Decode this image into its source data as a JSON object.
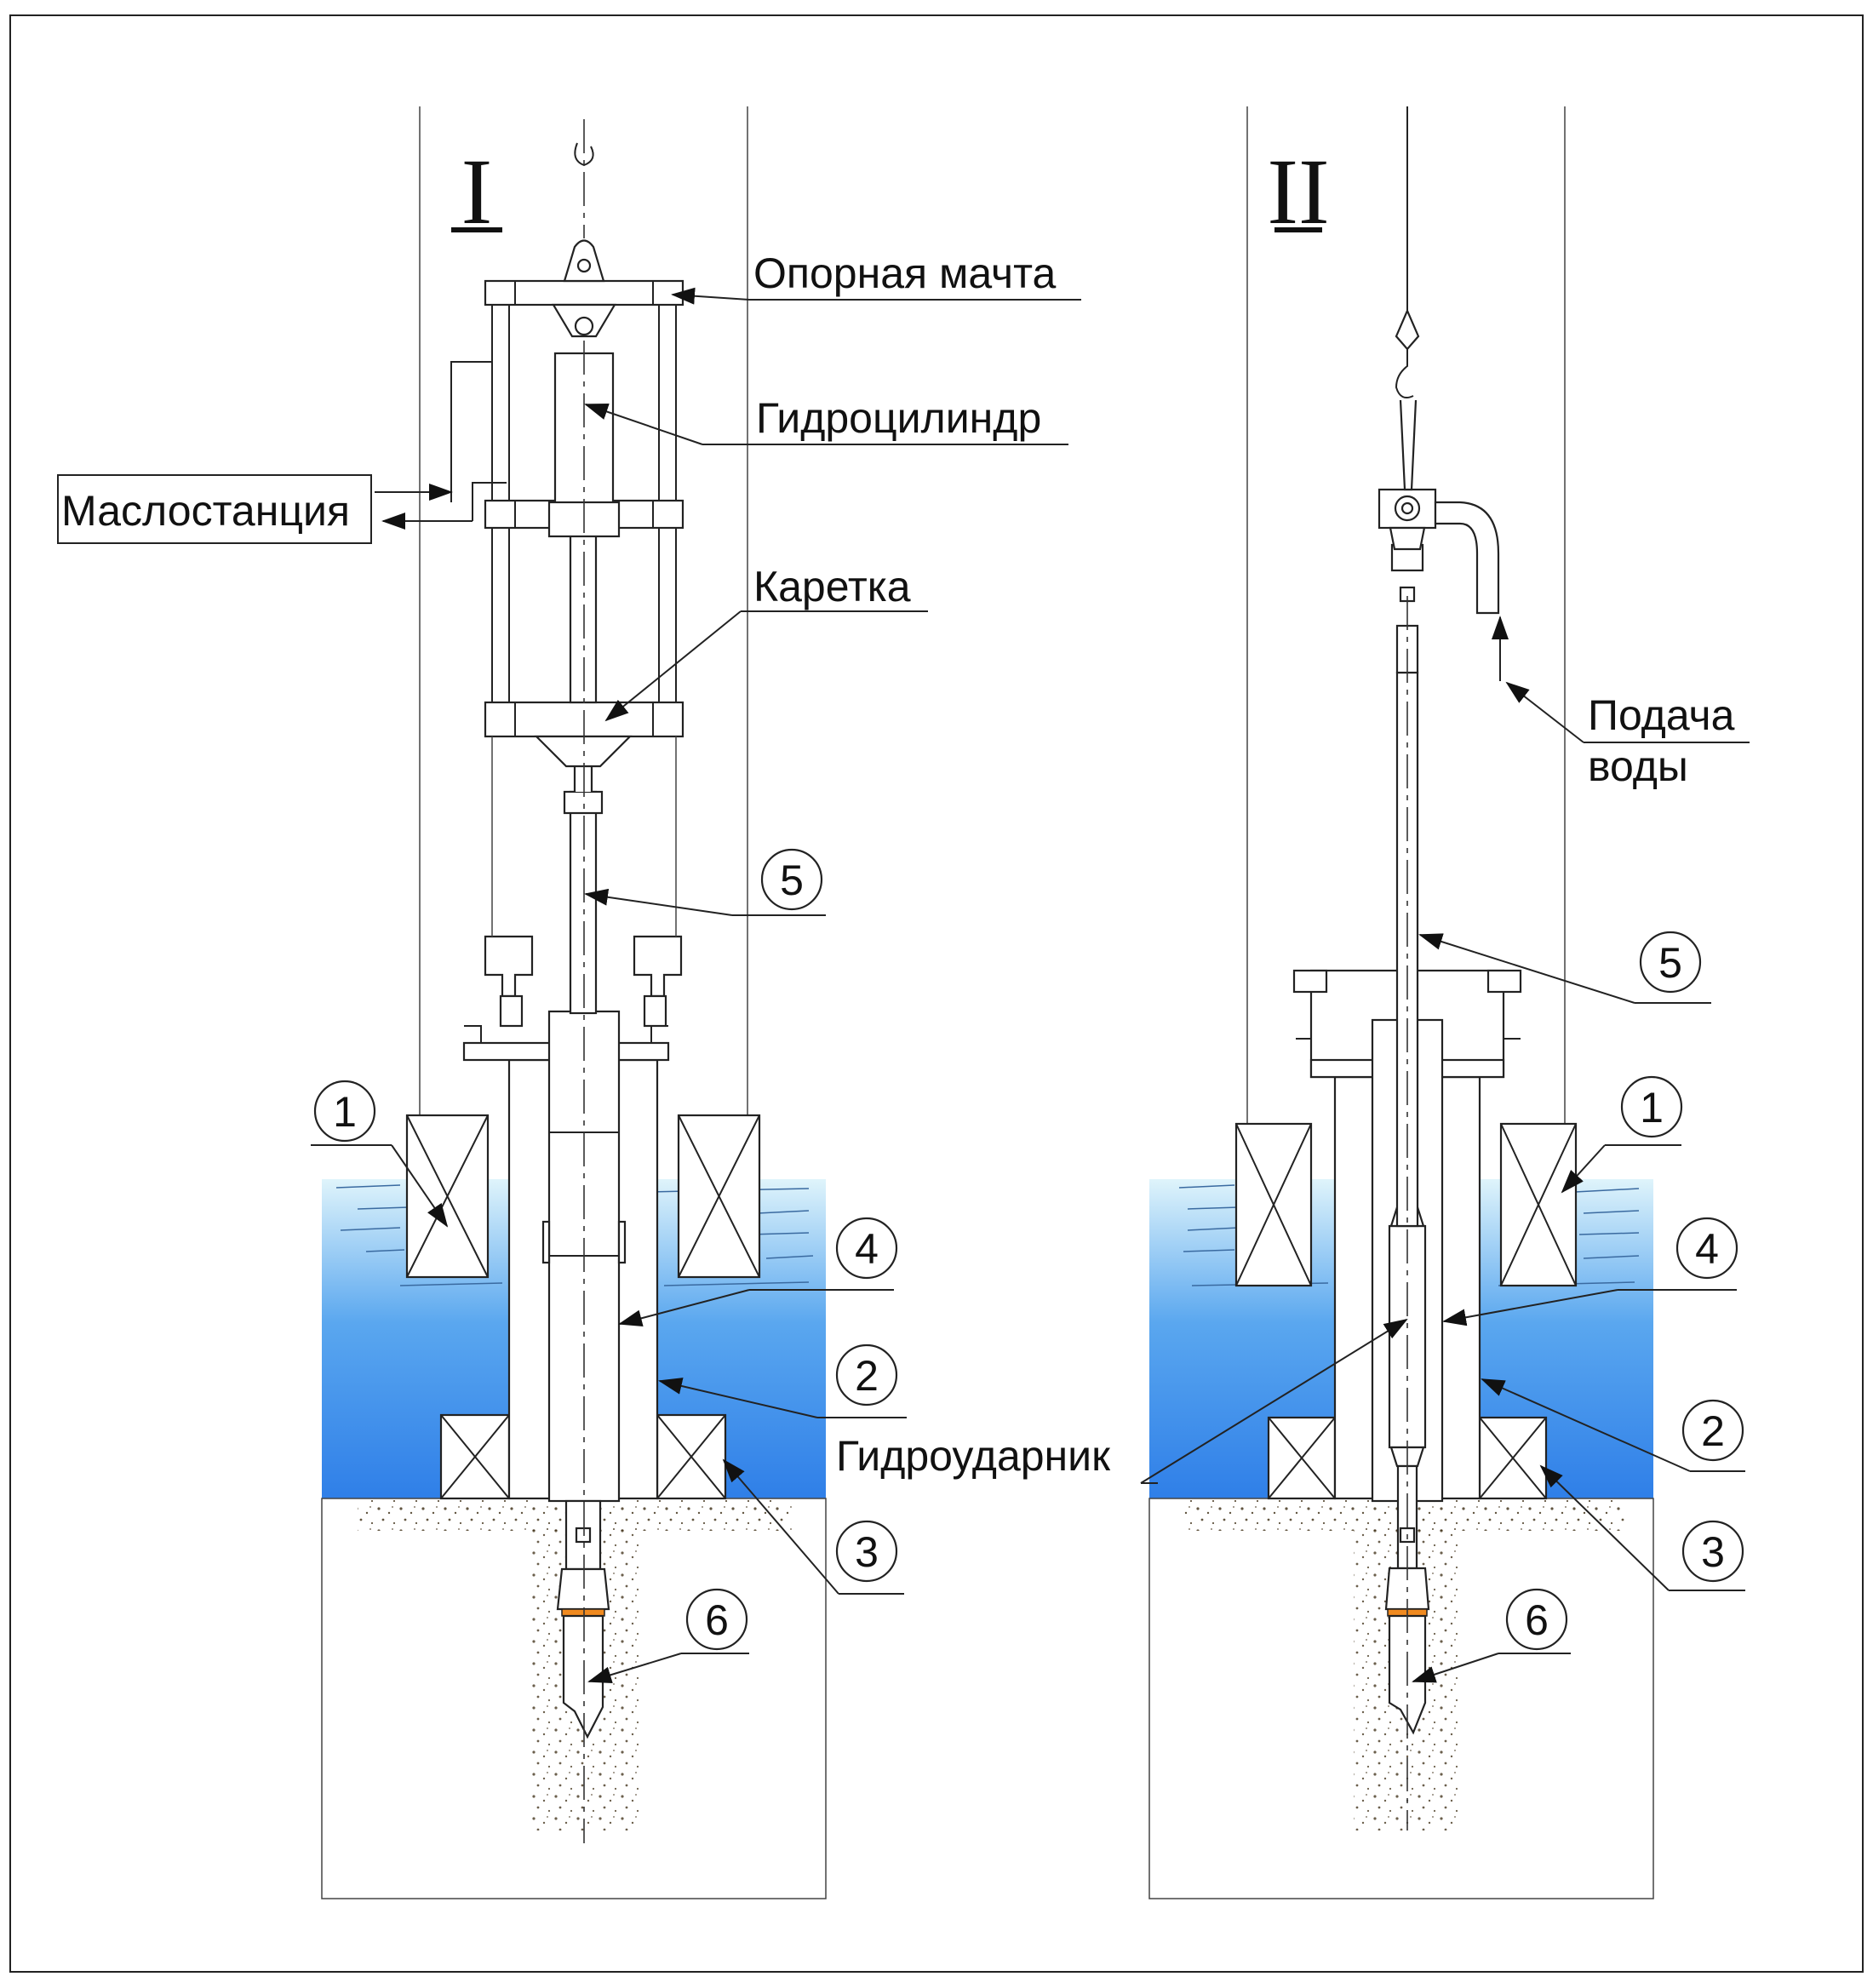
{
  "views": {
    "view1": {
      "numeral": "I"
    },
    "view2": {
      "numeral": "II"
    }
  },
  "labels": {
    "support_mast": "Опорная мачта",
    "hydraulic_cylinder": "Гидроцилиндр",
    "oil_station": "Маслостанция",
    "carriage": "Каретка",
    "water_supply_line1": "Подача",
    "water_supply_line2": "воды",
    "hydraulic_hammer": "Гидроударник"
  },
  "callouts": {
    "c1": "1",
    "c2": "2",
    "c3": "3",
    "c4": "4",
    "c5": "5",
    "c6": "6"
  },
  "colors": {
    "water_top": "#dff4fb",
    "water_bottom": "#2f7fe8",
    "soil_top": "#f7b93a",
    "soil_bottom": "#e87a06",
    "line": "#222222"
  }
}
